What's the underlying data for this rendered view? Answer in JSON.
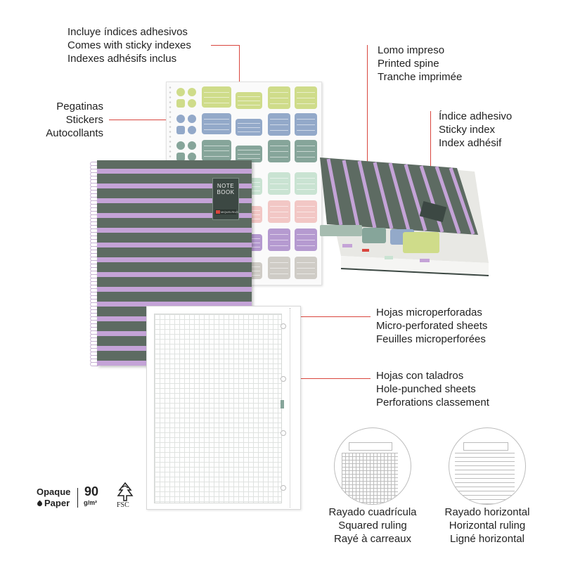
{
  "callouts": {
    "indexes": [
      "Incluye índices adhesivos",
      "Comes with sticky indexes",
      "Indexes adhésifs inclus"
    ],
    "stickers": [
      "Pegatinas",
      "Stickers",
      "Autocollants"
    ],
    "spine": [
      "Lomo impreso",
      "Printed spine",
      "Tranche imprimée"
    ],
    "sticky_index": [
      "Índice adhesivo",
      "Sticky index",
      "Index adhésif"
    ],
    "microperforated": [
      "Hojas microperforadas",
      "Micro-perforated sheets",
      "Feuilles microperforées"
    ],
    "hole_punched": [
      "Hojas con taladros",
      "Hole-punched sheets",
      "Perforations classement"
    ]
  },
  "rulings": {
    "squared": [
      "Rayado cuadrícula",
      "Squared ruling",
      "Rayé à carreaux"
    ],
    "horizontal": [
      "Rayado horizontal",
      "Horizontal ruling",
      "Ligné horizontal"
    ]
  },
  "notebook_label": {
    "line1": "NOTE",
    "line2": "BOOK",
    "brand": "MIQUELRIUS"
  },
  "paper_badge": {
    "opaque": "Opaque",
    "paper": "Paper",
    "weight": "90",
    "unit": "g/m²",
    "cert": "FSC"
  },
  "colors": {
    "cover": "#5d6b62",
    "stripe": "#c4a3d7",
    "callout_line": "#d9463e",
    "sticker_lime": "#cfdc8a",
    "sticker_blue": "#93a9c9",
    "sticker_teal": "#86a59a",
    "sticker_mint": "#c9e3d2",
    "sticker_pink": "#f2c7c5",
    "sticker_purple": "#b59ad0",
    "sticker_grey": "#cfccc6"
  }
}
